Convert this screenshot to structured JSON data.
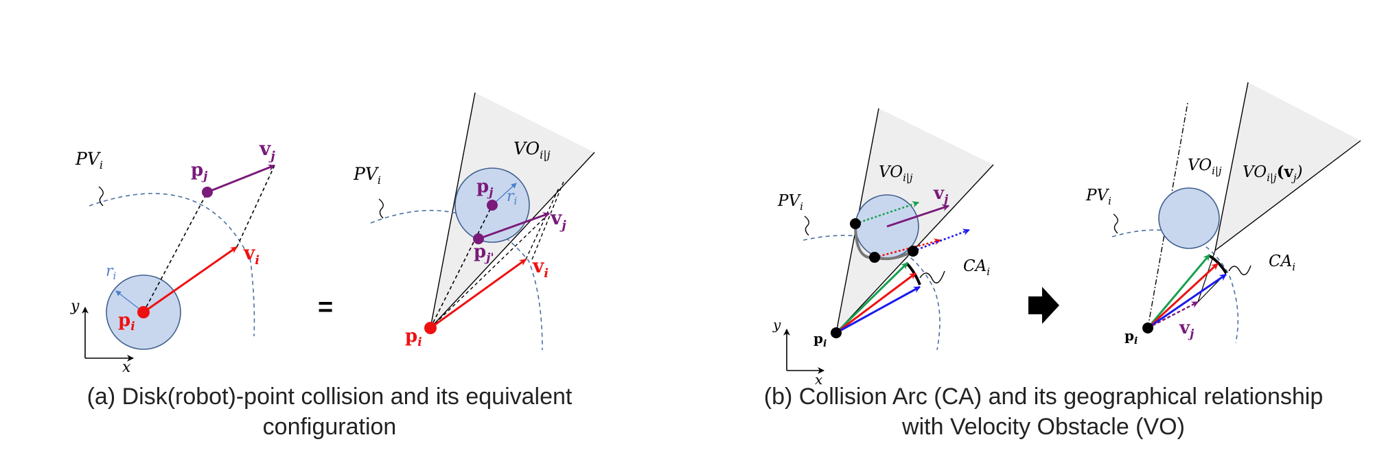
{
  "panel_a": {
    "caption_line1": "(a) Disk(robot)-point collision and its equivalent",
    "caption_line2": "configuration",
    "left": {
      "pv": "PV",
      "pv_sub": "i",
      "pj": "p",
      "pj_sub": "j",
      "vj": "v",
      "vj_sub": "j",
      "vi": "v",
      "vi_sub": "i",
      "pi": "p",
      "pi_sub": "i",
      "ri": "r",
      "ri_sub": "i",
      "axis_x": "x",
      "axis_y": "y"
    },
    "equals": "=",
    "right": {
      "vo": "VO",
      "vo_sub": "i|j",
      "pv": "PV",
      "pv_sub": "i",
      "pj": "p",
      "pj_sub": "j",
      "ri": "r",
      "ri_sub": "i",
      "vj": "v",
      "vj_sub": "j",
      "pjp": "p",
      "pjp_sub": "j'",
      "vi": "v",
      "vi_sub": "i",
      "pi": "p",
      "pi_sub": "i"
    }
  },
  "panel_b": {
    "caption_line1": "(b) Collision Arc (CA) and its geographical relationship",
    "caption_line2": "with Velocity Obstacle (VO)",
    "left": {
      "vo": "VO",
      "vo_sub": "i|j",
      "pv": "PV",
      "pv_sub": "i",
      "vj": "v",
      "vj_sub": "j",
      "ca": "CA",
      "ca_sub": "i",
      "pi": "p",
      "pi_sub": "i",
      "axis_x": "x",
      "axis_y": "y"
    },
    "right": {
      "vo": "VO",
      "vo_sub": "i|j",
      "vo2": "VO",
      "vo2_sub": "i|j",
      "vo2_arg": "(v",
      "vo2_arg_sub": "j",
      "vo2_close": ")",
      "pv": "PV",
      "pv_sub": "i",
      "ca": "CA",
      "ca_sub": "i",
      "pi": "p",
      "pi_sub": "i",
      "vj": "v",
      "vj_sub": "j"
    }
  },
  "colors": {
    "red": "#ee1111",
    "purple": "#7a1a7a",
    "green": "#18a050",
    "blue": "#1a1aee",
    "disk_fill": "#c9d7ee",
    "disk_stroke": "#3f5f8f",
    "cone_fill": "#eeeeee",
    "dash_blue": "#4a6fa0"
  }
}
